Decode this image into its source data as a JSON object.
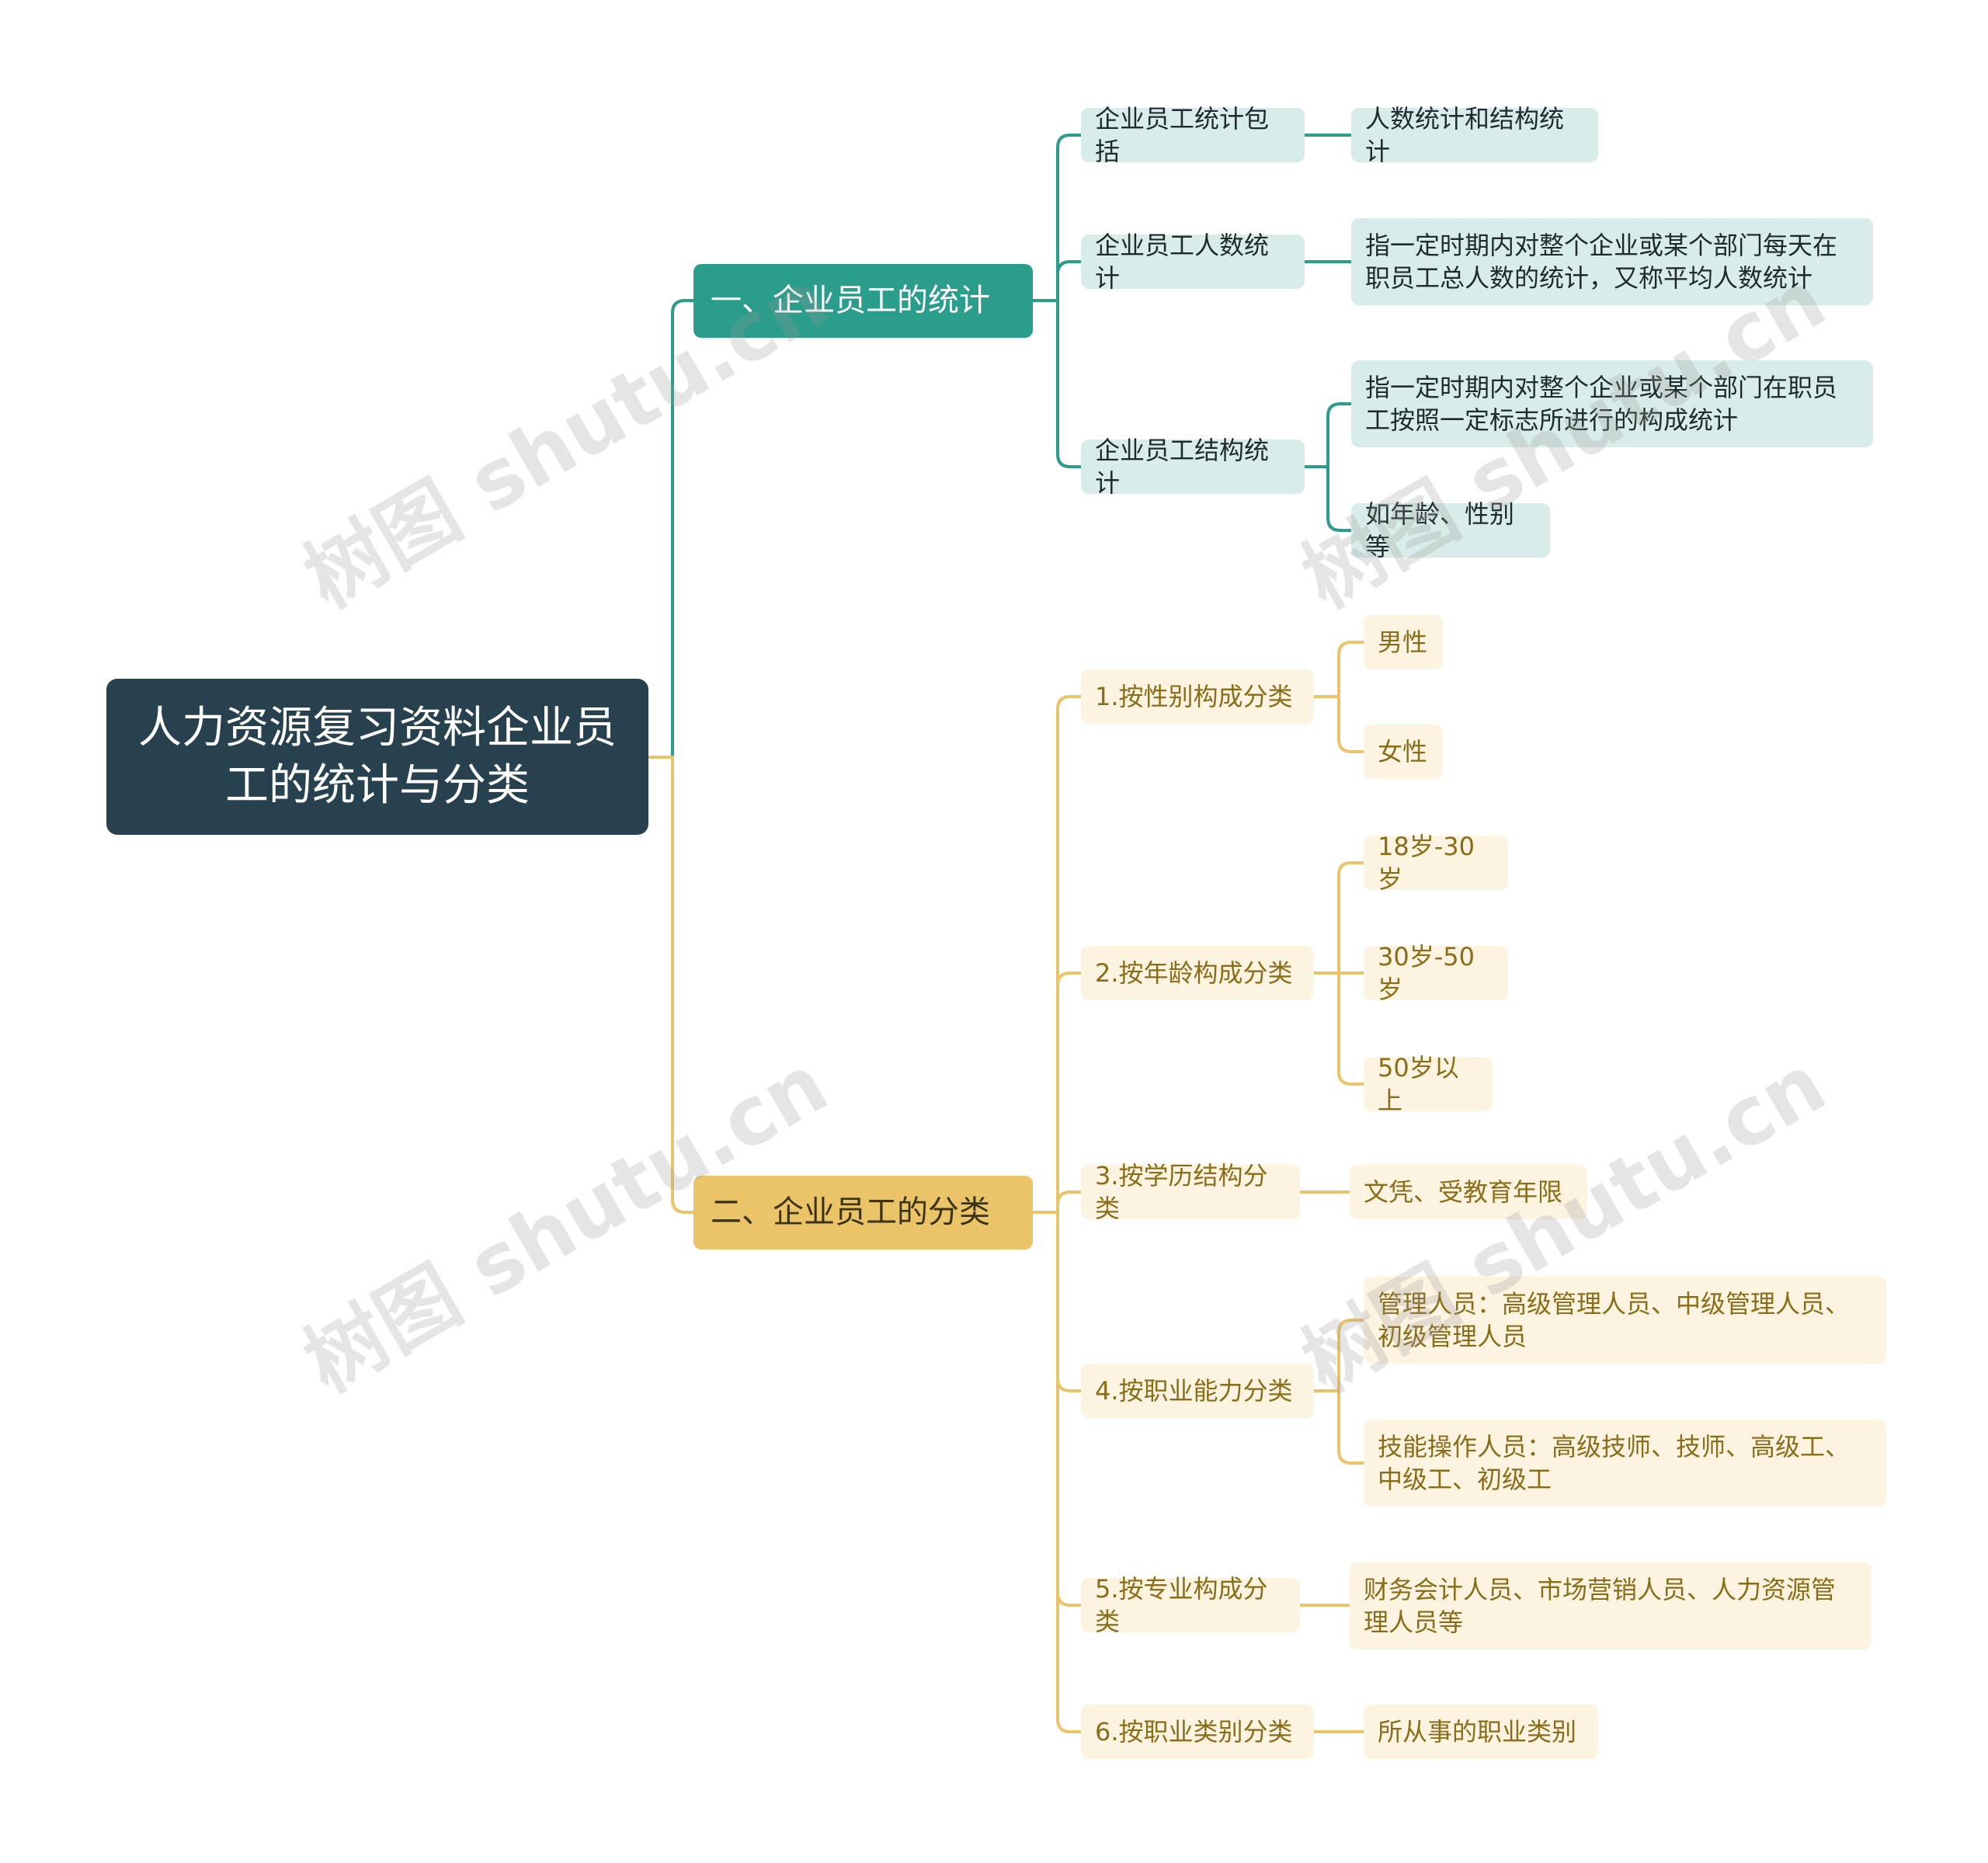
{
  "root": {
    "title": "人力资源复习资料企业员工的统计与分类"
  },
  "branch1": {
    "label": "一、企业员工的统计",
    "children": [
      {
        "label": "企业员工统计包括",
        "leaves": [
          "人数统计和结构统计"
        ]
      },
      {
        "label": "企业员工人数统计",
        "leaves": [
          "指一定时期内对整个企业或某个部门每天在职员工总人数的统计，又称平均人数统计"
        ]
      },
      {
        "label": "企业员工结构统计",
        "leaves": [
          "指一定时期内对整个企业或某个部门在职员工按照一定标志所进行的构成统计",
          "如年龄、性别等"
        ]
      }
    ]
  },
  "branch2": {
    "label": "二、企业员工的分类",
    "children": [
      {
        "label": "1.按性别构成分类",
        "leaves": [
          "男性",
          "女性"
        ]
      },
      {
        "label": "2.按年龄构成分类",
        "leaves": [
          "18岁-30岁",
          "30岁-50岁",
          "50岁以上"
        ]
      },
      {
        "label": "3.按学历结构分类",
        "leaves": [
          "文凭、受教育年限"
        ]
      },
      {
        "label": "4.按职业能力分类",
        "leaves": [
          "管理人员：高级管理人员、中级管理人员、初级管理人员",
          "技能操作人员：高级技师、技师、高级工、中级工、初级工"
        ]
      },
      {
        "label": "5.按专业构成分类",
        "leaves": [
          "财务会计人员、市场营销人员、人力资源管理人员等"
        ]
      },
      {
        "label": "6.按职业类别分类",
        "leaves": [
          "所从事的职业类别"
        ]
      }
    ]
  },
  "watermark": "树图 shutu.cn",
  "colors": {
    "root": "#27414f",
    "teal": "#2b9d8b",
    "gold": "#ebc46a",
    "teal_light": "#d8ece9",
    "gold_light": "#fcf3e0"
  }
}
